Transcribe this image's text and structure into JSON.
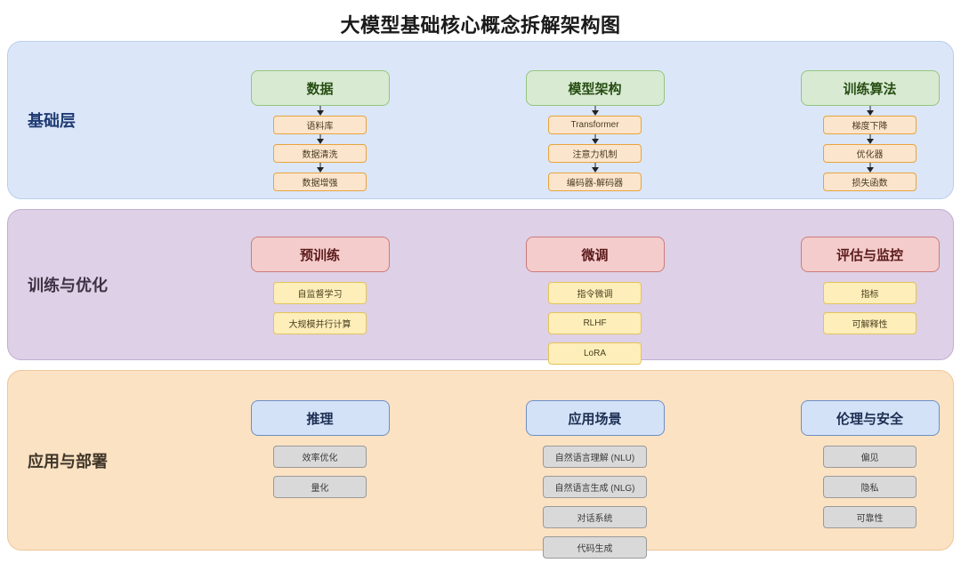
{
  "title": "大模型基础核心概念拆解架构图",
  "layers": [
    {
      "id": "foundation",
      "label": "基础层",
      "band_color": "#dbe7f9",
      "head_color": "#d9ead3",
      "chip_color": "#fce5cd",
      "connector": "arrow",
      "groups": [
        {
          "name": "数据",
          "children": [
            "语料库",
            "数据清洗",
            "数据增强"
          ]
        },
        {
          "name": "模型架构",
          "children": [
            "Transformer",
            "注意力机制",
            "编码器-解码器"
          ]
        },
        {
          "name": "训练算法",
          "children": [
            "梯度下降",
            "优化器",
            "损失函数"
          ]
        }
      ]
    },
    {
      "id": "training",
      "label": "训练与优化",
      "band_color": "#ded0e6",
      "head_color": "#f4cccc",
      "chip_color": "#fdeeba",
      "connector": "none",
      "groups": [
        {
          "name": "预训练",
          "children": [
            "自监督学习",
            "大规模并行计算"
          ]
        },
        {
          "name": "微调",
          "children": [
            "指令微调",
            "RLHF",
            "LoRA"
          ]
        },
        {
          "name": "评估与监控",
          "children": [
            "指标",
            "可解释性"
          ]
        }
      ]
    },
    {
      "id": "apply",
      "label": "应用与部署",
      "band_color": "#fbe2c3",
      "head_color": "#d4e2f7",
      "chip_color": "#d9d9d9",
      "connector": "none",
      "groups": [
        {
          "name": "推理",
          "children": [
            "效率优化",
            "量化"
          ]
        },
        {
          "name": "应用场景",
          "children": [
            "自然语言理解 (NLU)",
            "自然语言生成 (NLG)",
            "对话系统",
            "代码生成"
          ]
        },
        {
          "name": "伦理与安全",
          "children": [
            "偏见",
            "隐私",
            "可靠性"
          ]
        }
      ]
    }
  ]
}
